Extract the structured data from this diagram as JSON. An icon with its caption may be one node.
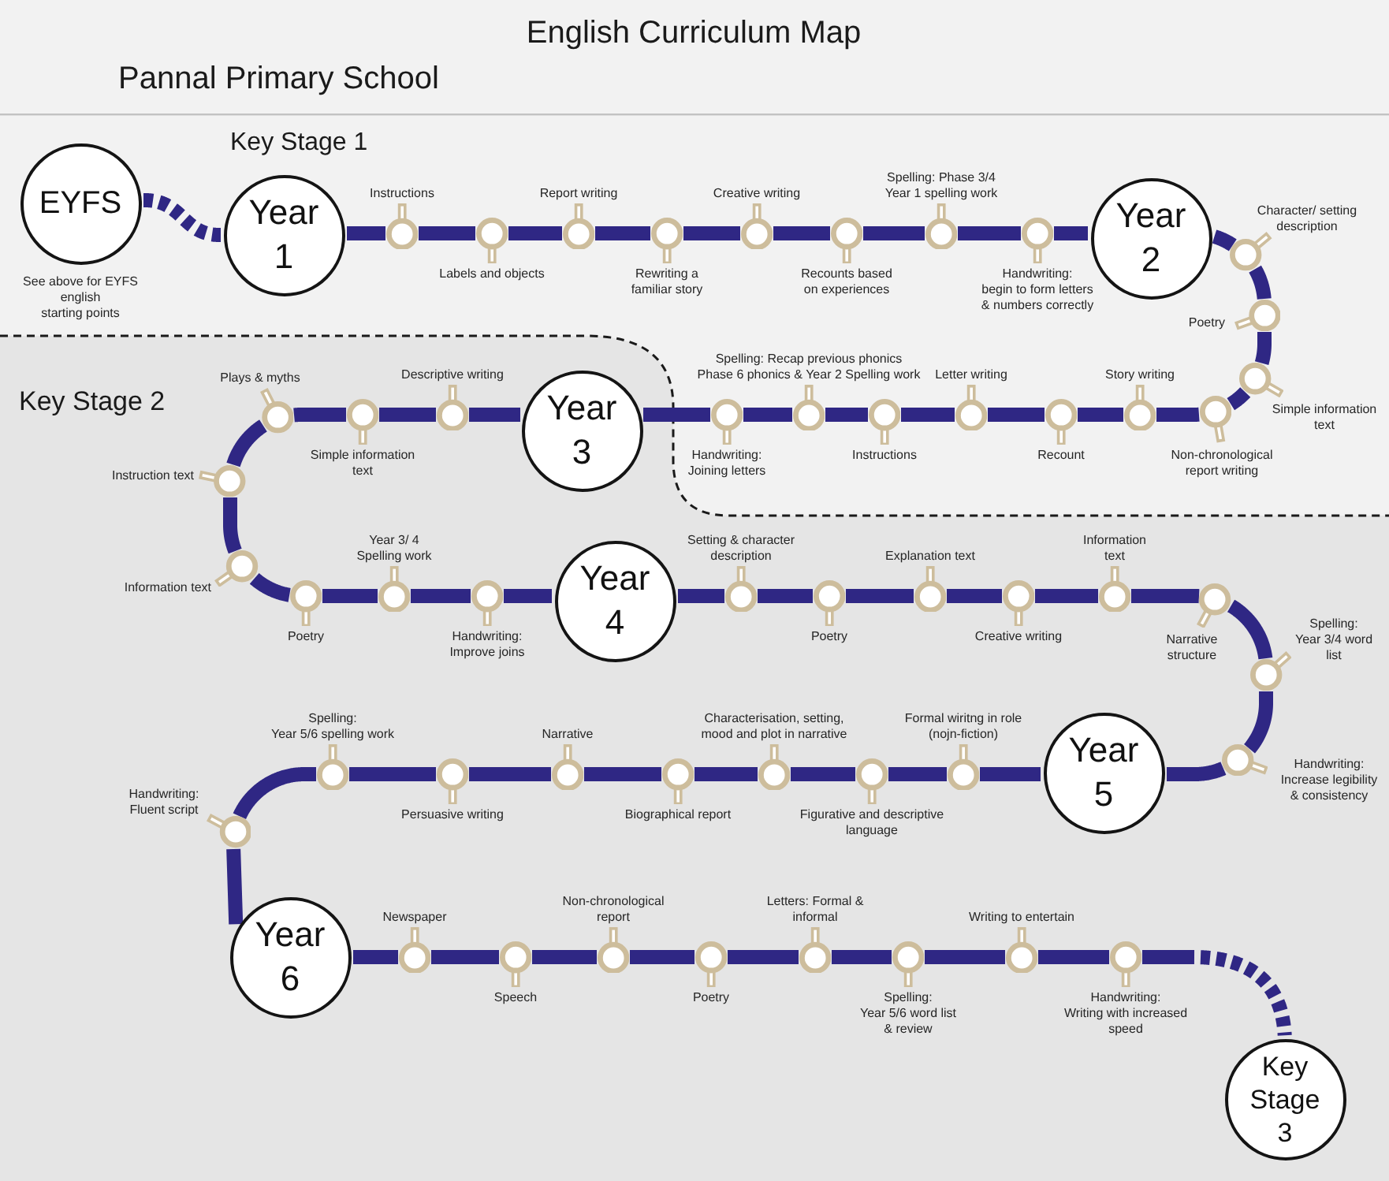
{
  "diagram": {
    "title": "English Curriculum Map",
    "nodes": [
      {
        "text": [
          "EYFS"
        ],
        "beside": [
          "See above for EYFS english starting points"
        ]
      },
      {
        "text": [
          "Year 1"
        ]
      },
      {
        "text": [],
        "shape": "circle",
        "beside": [
          "Instructions"
        ]
      },
      {
        "text": [],
        "shape": "circle",
        "beside": [
          "Labels and objects"
        ]
      },
      {
        "text": [],
        "shape": "circle",
        "beside": [
          "Report writing"
        ]
      },
      {
        "text": [],
        "shape": "circle",
        "beside": [
          "Rewriting a familiar story"
        ]
      },
      {
        "text": [],
        "shape": "circle",
        "beside": [
          "Creative writing"
        ]
      },
      {
        "text": [],
        "shape": "circle",
        "beside": [
          "Recounts based on experiences"
        ]
      },
      {
        "text": [],
        "shape": "circle",
        "beside": [
          "Spelling: Phase 3/4 Year 1 spelling work"
        ]
      },
      {
        "text": [],
        "shape": "circle",
        "beside": [
          "Handwriting: begin to form letters & numbers correctly"
        ]
      },
      {
        "text": [
          "Year 2"
        ]
      },
      {
        "text": [],
        "shape": "circle",
        "beside": [
          "Character/ setting description"
        ]
      },
      {
        "text": [],
        "shape": "circle",
        "beside": [
          "Poetry"
        ]
      },
      {
        "text": [],
        "shape": "circle",
        "beside": [
          "Simple information text"
        ]
      },
      {
        "text": [],
        "shape": "circle",
        "beside": [
          "Non-chronological report writing"
        ]
      },
      {
        "text": [],
        "shape": "circle",
        "beside": [
          "Story writing"
        ]
      },
      {
        "text": [],
        "shape": "circle",
        "beside": [
          "Recount"
        ]
      },
      {
        "text": [],
        "shape": "circle",
        "beside": [
          "Letter writing"
        ]
      },
      {
        "text": [],
        "shape": "circle",
        "beside": [
          "Instructions"
        ]
      },
      {
        "text": [],
        "shape": "circle",
        "beside": [
          "Spelling: Recap previous phonics Phase 6 phonics & Year 2 Spelling work"
        ]
      },
      {
        "text": [],
        "shape": "circle",
        "beside": [
          "Handwriting: Joining letters"
        ]
      },
      {
        "text": [
          "Year 3"
        ]
      },
      {
        "text": [],
        "shape": "circle",
        "beside": [
          "Descriptive writing"
        ]
      },
      {
        "text": [],
        "shape": "circle",
        "beside": [
          "Simple information text"
        ]
      },
      {
        "text": [],
        "shape": "circle",
        "beside": [
          "Plays & myths"
        ]
      },
      {
        "text": [],
        "shape": "circle",
        "beside": [
          "Instruction text"
        ]
      },
      {
        "text": [],
        "shape": "circle",
        "beside": [
          "Information text"
        ]
      },
      {
        "text": [],
        "shape": "circle",
        "beside": [
          "Poetry"
        ]
      },
      {
        "text": [],
        "shape": "circle",
        "beside": [
          "Year 3/ 4 Spelling work"
        ]
      },
      {
        "text": [],
        "shape": "circle",
        "beside": [
          "Handwriting: Improve joins"
        ]
      },
      {
        "text": [
          "Year 4"
        ]
      },
      {
        "text": [],
        "shape": "circle",
        "beside": [
          "Setting & character description"
        ]
      },
      {
        "text": [],
        "shape": "circle",
        "beside": [
          "Poetry"
        ]
      },
      {
        "text": [],
        "shape": "circle",
        "beside": [
          "Explanation text"
        ]
      },
      {
        "text": [],
        "shape": "circle",
        "beside": [
          "Creative writing"
        ]
      },
      {
        "text": [],
        "shape": "circle",
        "beside": [
          "Information text"
        ]
      },
      {
        "text": [],
        "shape": "circle",
        "beside": [
          "Narrative structure"
        ]
      },
      {
        "text": [],
        "shape": "circle",
        "beside": [
          "Spelling: Year 3/4 word list"
        ]
      },
      {
        "text": [],
        "shape": "circle",
        "beside": [
          "Handwriting: Increase legibility & consistency"
        ]
      },
      {
        "text": [
          "Year 5"
        ]
      },
      {
        "text": [],
        "shape": "circle",
        "beside": [
          "Formal wiritng in role (nojn-fiction)"
        ]
      },
      {
        "text": [],
        "shape": "circle",
        "beside": [
          "Figurative and descriptive language"
        ]
      },
      {
        "text": [],
        "shape": "circle",
        "beside": [
          "Characterisation, setting, mood and plot in narrative"
        ]
      },
      {
        "text": [],
        "shape": "circle",
        "beside": [
          "Biographical report"
        ]
      },
      {
        "text": [],
        "shape": "circle",
        "beside": [
          "Narrative"
        ]
      },
      {
        "text": [],
        "shape": "circle",
        "beside": [
          "Persuasive writing"
        ]
      },
      {
        "text": [],
        "shape": "circle",
        "beside": [
          "Spelling: Year 5/6 spelling work"
        ]
      },
      {
        "text": [],
        "shape": "circle",
        "beside": [
          "Handwriting: Fluent script"
        ]
      },
      {
        "text": [
          "Year 6"
        ]
      },
      {
        "text": [],
        "shape": "circle",
        "beside": [
          "Newspaper"
        ]
      },
      {
        "text": [],
        "shape": "circle",
        "beside": [
          "Speech"
        ]
      },
      {
        "text": [],
        "shape": "circle",
        "beside": [
          "Non-chronological report"
        ]
      },
      {
        "text": [],
        "shape": "circle",
        "beside": [
          "Poetry"
        ]
      },
      {
        "text": [],
        "shape": "circle",
        "beside": [
          "Letters: Formal & informal"
        ]
      },
      {
        "text": [],
        "shape": "circle",
        "beside": [
          "Spelling: Year 5/6 word list & review"
        ]
      },
      {
        "text": [],
        "shape": "circle",
        "beside": [
          "Writing to entertain"
        ]
      },
      {
        "text": [],
        "shape": "circle",
        "beside": [
          "Handwriting: Writing with increased speed"
        ]
      },
      {
        "text": [
          "Key Stage 3"
        ]
      }
    ],
    "edges": [
      {
        "from": 0,
        "to": 1,
        "arrow": "none",
        "style": "dashed"
      },
      {
        "from": 1,
        "to": 2,
        "arrow": "none"
      },
      {
        "from": 2,
        "to": 3,
        "arrow": "none"
      },
      {
        "from": 3,
        "to": 4,
        "arrow": "none"
      },
      {
        "from": 4,
        "to": 5,
        "arrow": "none"
      },
      {
        "from": 5,
        "to": 6,
        "arrow": "none"
      },
      {
        "from": 6,
        "to": 7,
        "arrow": "none"
      },
      {
        "from": 7,
        "to": 8,
        "arrow": "none"
      },
      {
        "from": 8,
        "to": 9,
        "arrow": "none"
      },
      {
        "from": 9,
        "to": 10,
        "arrow": "none"
      },
      {
        "from": 10,
        "to": 11,
        "arrow": "none"
      },
      {
        "from": 11,
        "to": 12,
        "arrow": "none"
      },
      {
        "from": 12,
        "to": 13,
        "arrow": "none"
      },
      {
        "from": 13,
        "to": 14,
        "arrow": "none"
      },
      {
        "from": 14,
        "to": 15,
        "arrow": "none"
      },
      {
        "from": 15,
        "to": 16,
        "arrow": "none"
      },
      {
        "from": 16,
        "to": 17,
        "arrow": "none"
      },
      {
        "from": 17,
        "to": 18,
        "arrow": "none"
      },
      {
        "from": 18,
        "to": 19,
        "arrow": "none"
      },
      {
        "from": 19,
        "to": 20,
        "arrow": "none"
      },
      {
        "from": 20,
        "to": 21,
        "arrow": "none"
      },
      {
        "from": 21,
        "to": 22,
        "arrow": "none"
      },
      {
        "from": 22,
        "to": 23,
        "arrow": "none"
      },
      {
        "from": 23,
        "to": 24,
        "arrow": "none"
      },
      {
        "from": 24,
        "to": 25,
        "arrow": "none"
      },
      {
        "from": 25,
        "to": 26,
        "arrow": "none"
      },
      {
        "from": 26,
        "to": 27,
        "arrow": "none"
      },
      {
        "from": 27,
        "to": 28,
        "arrow": "none"
      },
      {
        "from": 28,
        "to": 29,
        "arrow": "none"
      },
      {
        "from": 29,
        "to": 30,
        "arrow": "none"
      },
      {
        "from": 30,
        "to": 31,
        "arrow": "none"
      },
      {
        "from": 31,
        "to": 32,
        "arrow": "none"
      },
      {
        "from": 32,
        "to": 33,
        "arrow": "none"
      },
      {
        "from": 33,
        "to": 34,
        "arrow": "none"
      },
      {
        "from": 34,
        "to": 35,
        "arrow": "none"
      },
      {
        "from": 35,
        "to": 36,
        "arrow": "none"
      },
      {
        "from": 36,
        "to": 37,
        "arrow": "none"
      },
      {
        "from": 37,
        "to": 38,
        "arrow": "none"
      },
      {
        "from": 38,
        "to": 39,
        "arrow": "none"
      },
      {
        "from": 39,
        "to": 40,
        "arrow": "none"
      },
      {
        "from": 40,
        "to": 41,
        "arrow": "none"
      },
      {
        "from": 41,
        "to": 42,
        "arrow": "none"
      },
      {
        "from": 42,
        "to": 43,
        "arrow": "none"
      },
      {
        "from": 43,
        "to": 44,
        "arrow": "none"
      },
      {
        "from": 44,
        "to": 45,
        "arrow": "none"
      },
      {
        "from": 45,
        "to": 46,
        "arrow": "none"
      },
      {
        "from": 46,
        "to": 47,
        "arrow": "none"
      },
      {
        "from": 47,
        "to": 48,
        "arrow": "none"
      },
      {
        "from": 48,
        "to": 49,
        "arrow": "none"
      },
      {
        "from": 49,
        "to": 50,
        "arrow": "none"
      },
      {
        "from": 50,
        "to": 51,
        "arrow": "none"
      },
      {
        "from": 51,
        "to": 52,
        "arrow": "none"
      },
      {
        "from": 52,
        "to": 53,
        "arrow": "none"
      },
      {
        "from": 53,
        "to": 54,
        "arrow": "none"
      },
      {
        "from": 54,
        "to": 55,
        "arrow": "none"
      },
      {
        "from": 55,
        "to": 56,
        "arrow": "none"
      },
      {
        "from": 56,
        "to": 57,
        "arrow": "none",
        "style": "dashed"
      }
    ],
    "labels": [
      "Pannal Primary School",
      "Key Stage 1",
      "Key Stage 2"
    ]
  }
}
